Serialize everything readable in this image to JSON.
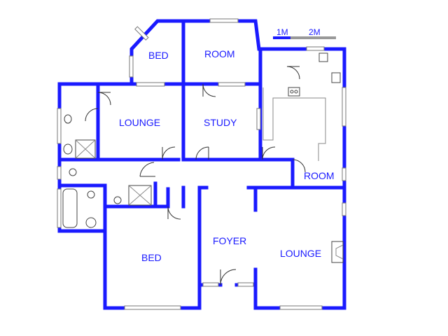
{
  "scale": {
    "one": "1M",
    "two": "2M"
  },
  "rooms": {
    "bed_top": "BED",
    "room_top": "ROOM",
    "lounge_left": "LOUNGE",
    "study": "STUDY",
    "room_right": "ROOM",
    "foyer": "FOYER",
    "lounge_bottom": "LOUNGE",
    "bed_bottom": "BED"
  },
  "colors": {
    "wall": "#1a1aff",
    "label": "#1a1aff"
  }
}
